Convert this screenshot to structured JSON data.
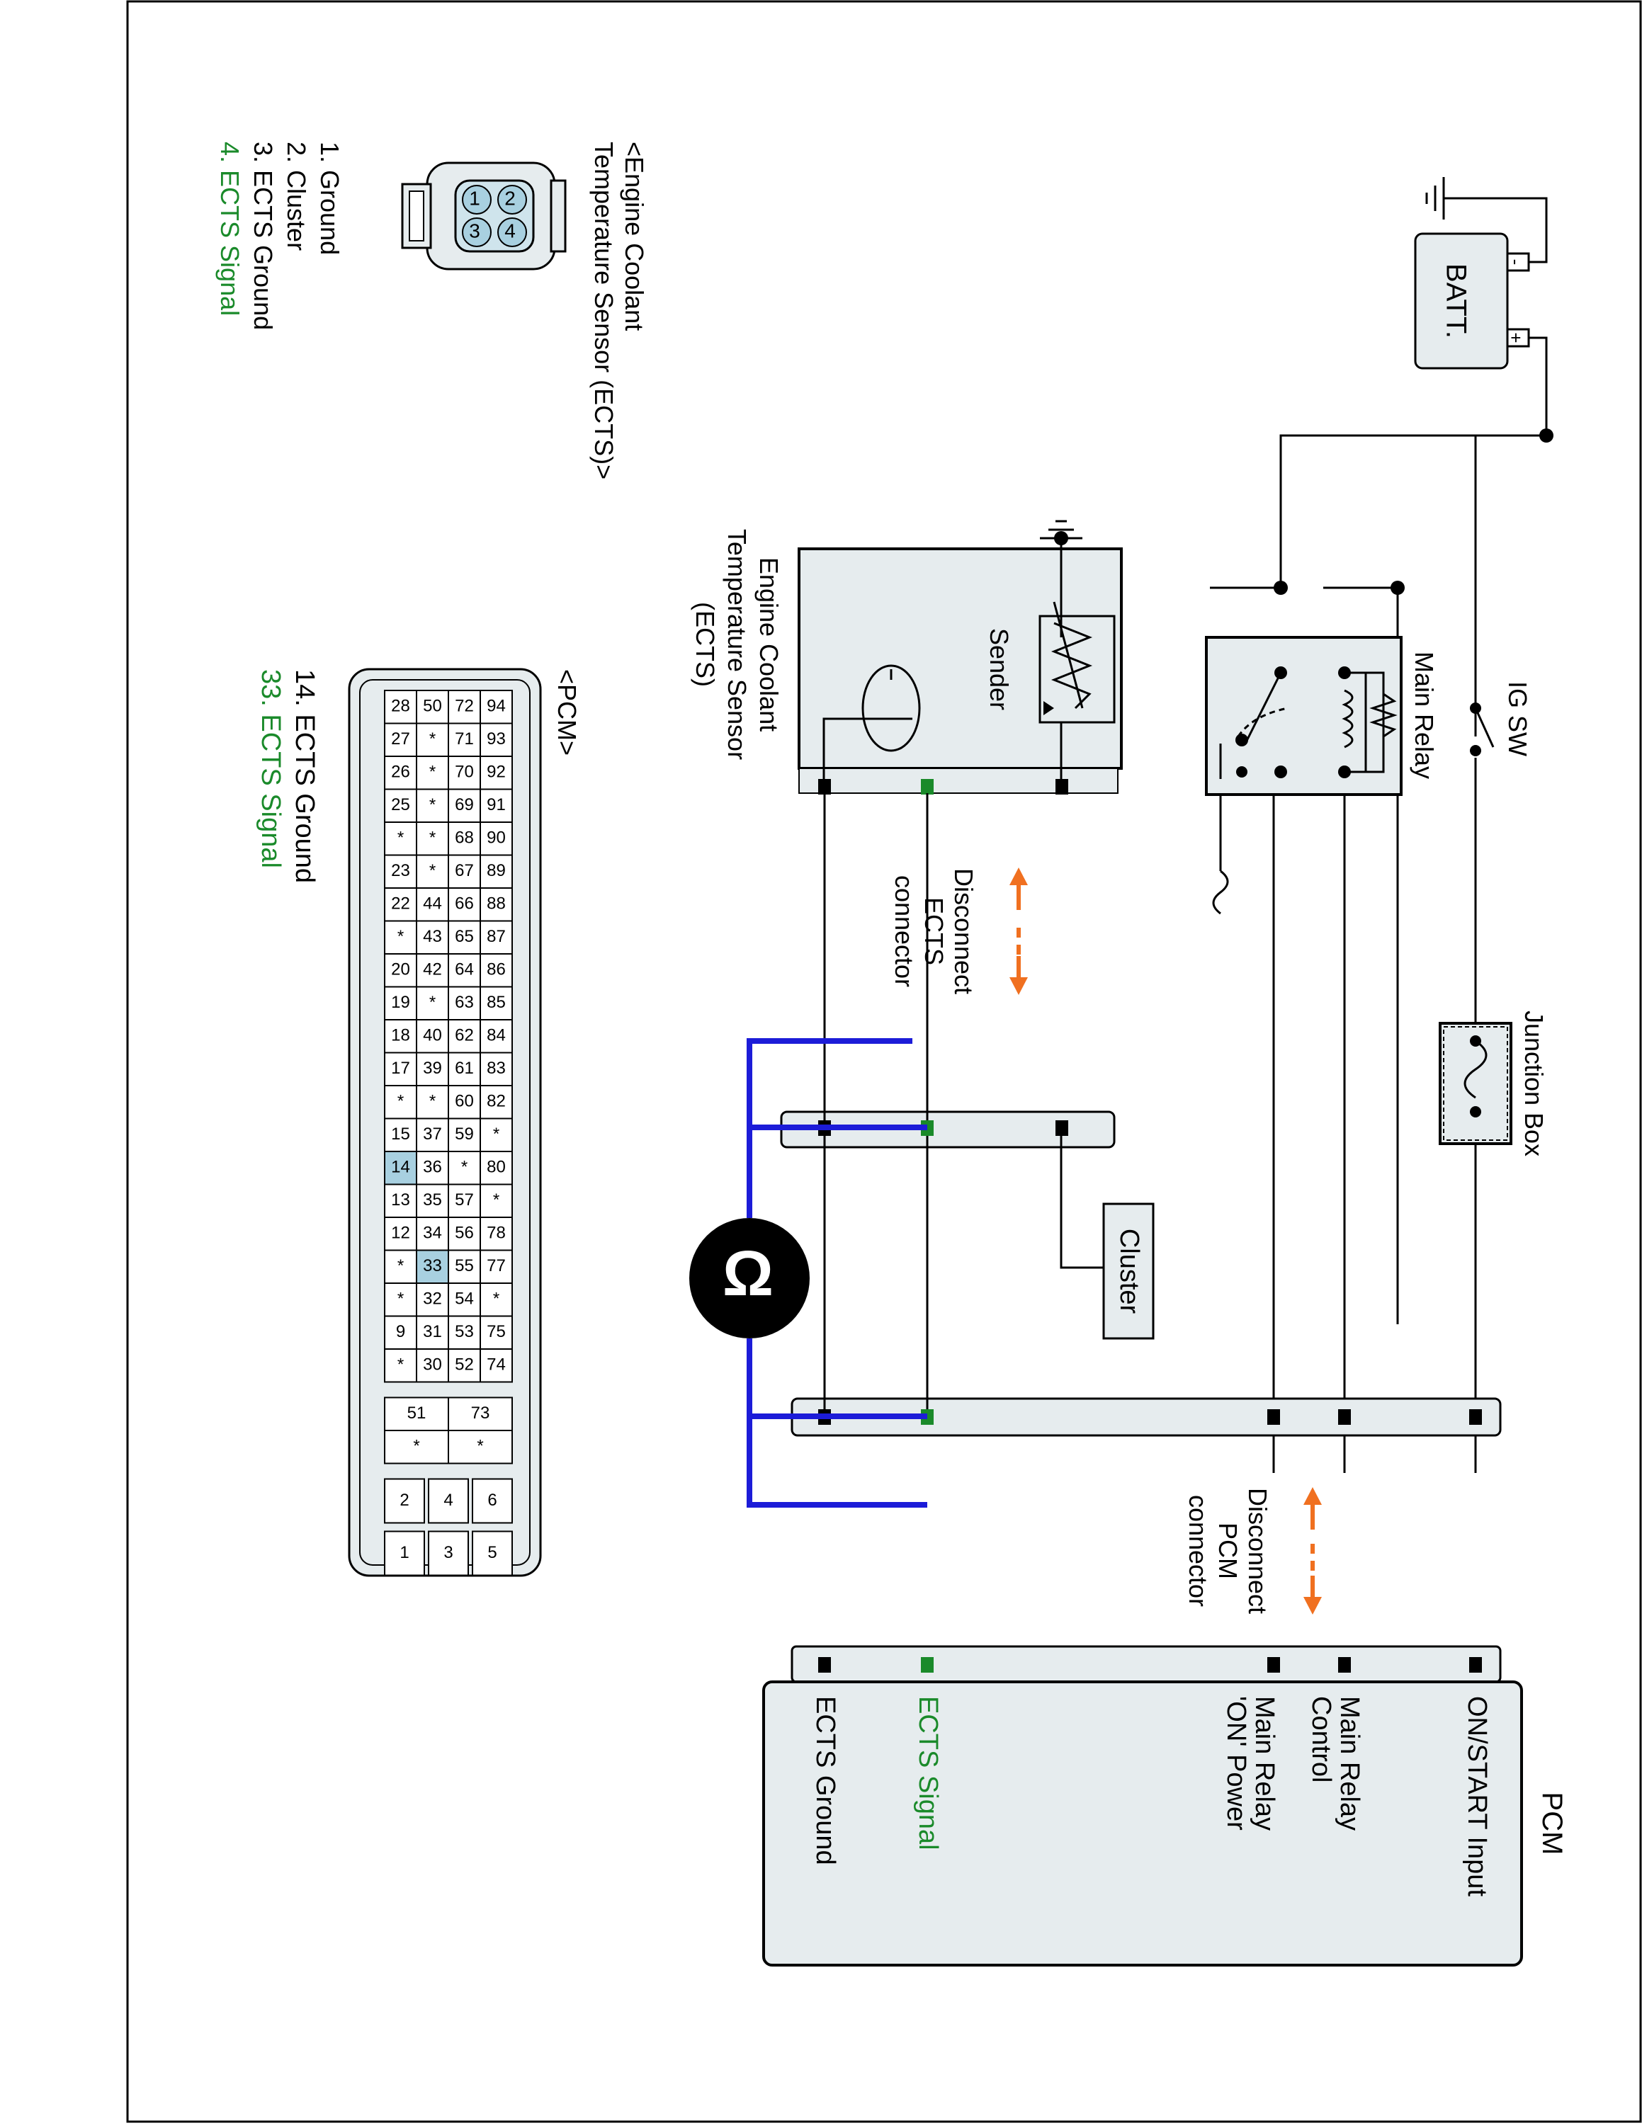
{
  "components": {
    "battery": {
      "label": "BATT.",
      "minus": "-",
      "plus": "+"
    },
    "ig_switch": {
      "label": "IG SW"
    },
    "main_relay": {
      "label": "Main Relay"
    },
    "junction_box": {
      "label": "Junction Box"
    },
    "ects": {
      "label_lines": [
        "Engine Coolant",
        "Temperature Sensor",
        "(ECTS)"
      ],
      "sender": "Sender"
    },
    "cluster": {
      "label": "Cluster"
    },
    "pcm": {
      "title": "PCM",
      "pins": [
        "ON/START Input",
        "Main Relay Control",
        "Main Relay 'ON' Power",
        "ECTS Signal",
        "ECTS Ground"
      ],
      "pin_lines": [
        [
          "ON/START Input"
        ],
        [
          "Main Relay",
          "Control"
        ],
        [
          "Main Relay",
          "'ON' Power"
        ],
        [
          "ECTS Signal"
        ],
        [
          "ECTS Ground"
        ]
      ]
    }
  },
  "callouts": {
    "ects_disconnect": [
      "Disconnect",
      "ECTS",
      "connector"
    ],
    "pcm_disconnect": [
      "Disconnect",
      "PCM",
      "connector"
    ]
  },
  "meter": {
    "symbol": "Ω"
  },
  "ects_connector": {
    "title_lines": [
      "<Engine Coolant",
      "Temperature Sensor (ECTS)>"
    ],
    "cavities": [
      "2",
      "1",
      "4",
      "3"
    ],
    "pins": [
      {
        "text": "1. Ground",
        "highlight": false
      },
      {
        "text": "2. Cluster",
        "highlight": false
      },
      {
        "text": "3. ECTS Ground",
        "highlight": false
      },
      {
        "text": "4. ECTS Signal",
        "highlight": true
      }
    ]
  },
  "pcm_connector": {
    "title": "<PCM>",
    "highlight_pins": [
      "14",
      "33"
    ],
    "rows": [
      [
        "94",
        "93",
        "92",
        "91",
        "90",
        "89",
        "88",
        "87",
        "86",
        "85",
        "84",
        "83",
        "82",
        "*",
        "80",
        "*",
        "78",
        "77",
        "*",
        "75",
        "74"
      ],
      [
        "72",
        "71",
        "70",
        "69",
        "68",
        "67",
        "66",
        "65",
        "64",
        "63",
        "62",
        "61",
        "60",
        "59",
        "*",
        "57",
        "56",
        "55",
        "54",
        "53",
        "52"
      ],
      [
        "50",
        "*",
        "*",
        "*",
        "*",
        "*",
        "44",
        "43",
        "42",
        "*",
        "40",
        "39",
        "*",
        "37",
        "36",
        "35",
        "34",
        "33",
        "32",
        "31",
        "30"
      ],
      [
        "28",
        "27",
        "26",
        "25",
        "*",
        "23",
        "22",
        "*",
        "20",
        "19",
        "18",
        "17",
        "*",
        "15",
        "14",
        "13",
        "12",
        "*",
        "*",
        "9",
        "*"
      ]
    ],
    "extra_block": [
      [
        "73",
        "51"
      ],
      [
        "*",
        "*"
      ]
    ],
    "small_pins": [
      [
        "6",
        "4",
        "2"
      ],
      [
        "5",
        "3",
        "1"
      ]
    ],
    "pins": [
      {
        "text": "14. ECTS Ground",
        "highlight": false
      },
      {
        "text": "33. ECTS Signal",
        "highlight": true
      }
    ]
  },
  "colors": {
    "signal_green": "#1a8a2a",
    "meter_lead_blue": "#1c1cd8",
    "disconnect_arrow_orange": "#f07020",
    "pin_highlight": "#a8d0e0",
    "component_fill": "#e6ecee"
  }
}
